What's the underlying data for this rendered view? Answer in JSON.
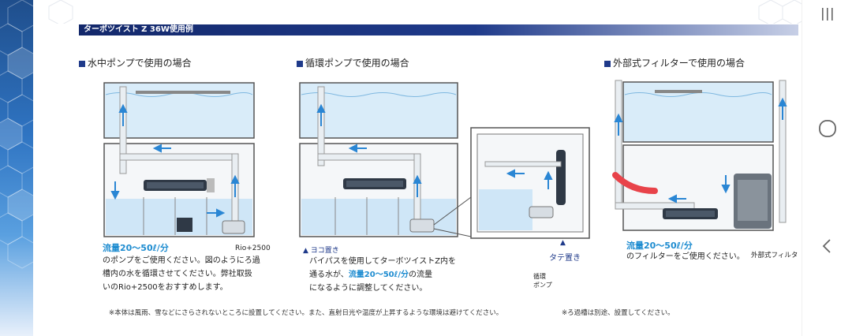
{
  "header": {
    "title": "ターボツイスト Z 36W使用例"
  },
  "sections": [
    {
      "title": "水中ポンプで使用の場合"
    },
    {
      "title": "循環ポンプで使用の場合"
    },
    {
      "title": "外部式フィルターで使用の場合"
    }
  ],
  "section1": {
    "flow": "流量20～50ℓ/分",
    "pump_label": "Rio+2500",
    "desc_lines": [
      "のポンプをご使用ください。図のようにろ過",
      "槽内の水を循環させてください。弊社取扱",
      "いのRio+2500をおすすめします。"
    ]
  },
  "section2": {
    "yoko_label": "▲ ヨコ置き",
    "desc_line1": "バイパスを使用してターボツイストZ内を",
    "desc_line2_pre": "通る水が、",
    "desc_line2_hl": "流量20～50ℓ/分",
    "desc_line2_post": "の流量",
    "desc_line3": "になるように調整してください。",
    "tate_label": "タテ置き",
    "tate_marker": "▲",
    "pump_label_1": "循環",
    "pump_label_2": "ポンプ"
  },
  "section3": {
    "flow": "流量20～50ℓ/分",
    "desc": "のフィルターをご使用ください。",
    "filter_label": "外部式フィルタ"
  },
  "footnotes": {
    "note1": "※本体は風雨、雪などにさらされないところに設置してください。また、直射日光や温度が上昇するような環境は避けてください。",
    "note2": "※ろ過槽は別途、設置してください。"
  },
  "colors": {
    "header_bar": "#13286b",
    "flow_text": "#1e8cd0",
    "water": "#cfe6f7",
    "arrow": "#2a86d4",
    "red_pipe": "#e8434a"
  },
  "nav": {
    "recent_icon": "recent-apps-icon",
    "home_icon": "home-icon",
    "back_icon": "back-icon"
  }
}
